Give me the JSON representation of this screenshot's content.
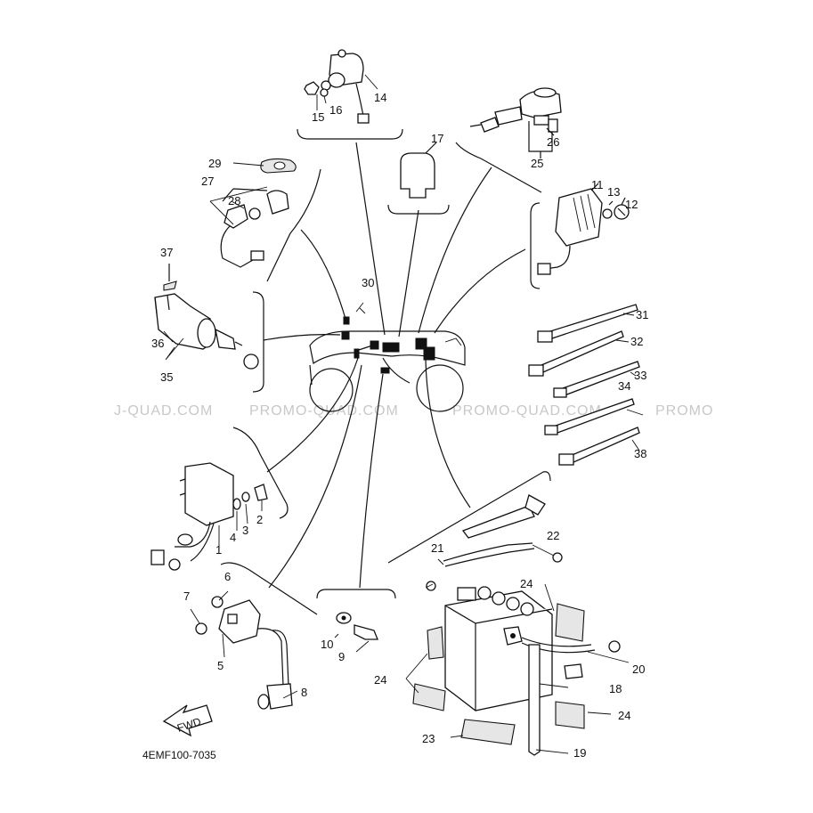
{
  "watermarks": [
    "J-QUAD.COM",
    "PROMO-QUAD.COM",
    "PROMO-QUAD.COM",
    "PROMO"
  ],
  "drawing_code": "4EMF100-7035",
  "fwd_label": "FWD",
  "callouts": {
    "c1": "1",
    "c2": "2",
    "c3": "3",
    "c4": "4",
    "c5": "5",
    "c6": "6",
    "c7": "7",
    "c8": "8",
    "c9": "9",
    "c10": "10",
    "c11": "11",
    "c12": "12",
    "c13": "13",
    "c14": "14",
    "c15": "15",
    "c16": "16",
    "c17": "17",
    "c18": "18",
    "c19": "19",
    "c20": "20",
    "c21": "21",
    "c22": "22",
    "c23": "23",
    "c24a": "24",
    "c24b": "24",
    "c24c": "24",
    "c25": "25",
    "c26": "26",
    "c27": "27",
    "c28": "28",
    "c29": "29",
    "c30": "30",
    "c31": "31",
    "c32": "32",
    "c33": "33",
    "c34": "34",
    "c35": "35",
    "c36": "36",
    "c37": "37",
    "c38": "38"
  }
}
